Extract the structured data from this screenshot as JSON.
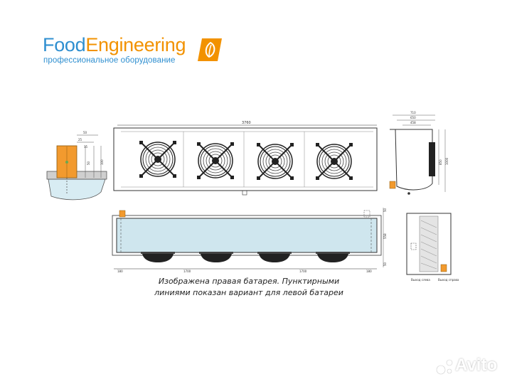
{
  "brand": {
    "name_part1": "Food",
    "name_part2": "Engineering",
    "tagline": "профессиональное оборудование",
    "colors": {
      "blue": "#2f8fd0",
      "orange": "#f29200"
    }
  },
  "dimensions": {
    "total_length": "3760",
    "front_fan_spacing_1": "1700",
    "front_fan_spacing_2": "1700",
    "end_offset_left": "180",
    "end_offset_right": "180",
    "depth_total": "710",
    "depth_mid": "650",
    "depth_inner": "458",
    "height_total": "1000",
    "height_inner": "850",
    "plan_depth": "558",
    "plan_offset": "50",
    "plan_offset_bottom": "50",
    "detail_50_top": "50",
    "detail_25": "25",
    "detail_15": "15",
    "detail_50_side": "50",
    "detail_100": "100"
  },
  "side_labels": {
    "outlet_left": "Выход слева",
    "outlet_right": "Выход справа"
  },
  "caption": {
    "line1": "Изображена правая батарея. Пунктирными",
    "line2": "линиями показан вариант для левой батареи"
  },
  "watermark": {
    "text": "Avito"
  },
  "icons": [
    "leaf-logo-icon",
    "fan-icon",
    "avito-dots-icon"
  ]
}
